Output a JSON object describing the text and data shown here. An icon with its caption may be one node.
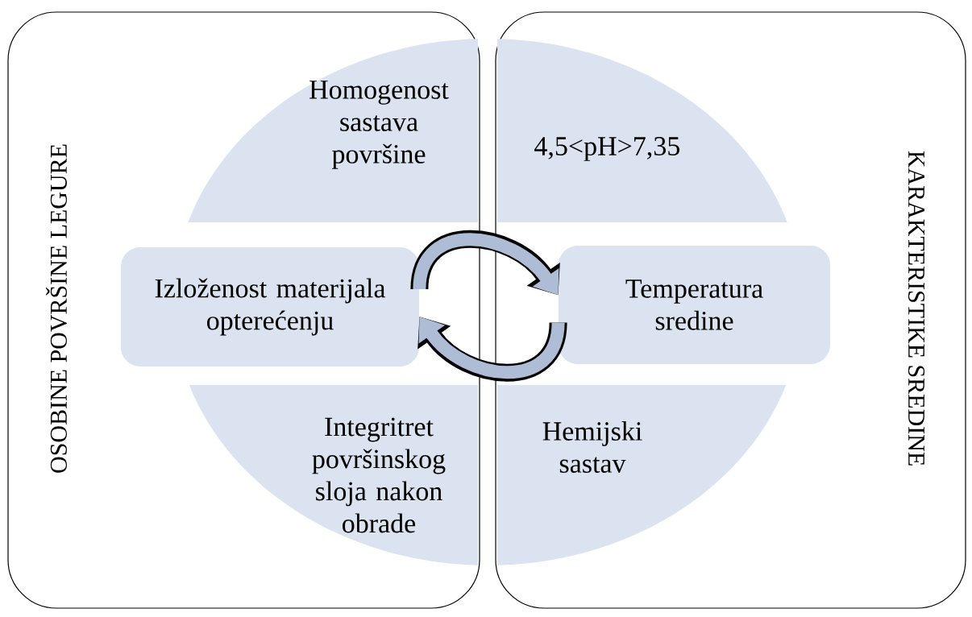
{
  "diagram": {
    "nodes": [
      {
        "text": [
          "OSOBINE POVRŠINE LEGURE"
        ]
      },
      {
        "text": [
          "KARAKTERISTIKE SREDINE"
        ]
      },
      {
        "text": [
          "Homogenost sastava površine"
        ],
        "in": 0
      },
      {
        "text": [
          "4,5<pH>7,35"
        ],
        "in": 1
      },
      {
        "text": [
          "Izloženost materijala opterećenju"
        ],
        "in": 0
      },
      {
        "text": [
          "Temperatura sredine"
        ],
        "in": 1
      },
      {
        "text": [
          "Integritret površinskog sloja nakon obrade"
        ],
        "in": 0
      },
      {
        "text": [
          "Hemijski sastav"
        ],
        "in": 1
      }
    ],
    "edges": [
      {
        "from": 4,
        "to": 5,
        "arrow": "to"
      },
      {
        "from": 5,
        "to": 4,
        "arrow": "to"
      }
    ]
  }
}
